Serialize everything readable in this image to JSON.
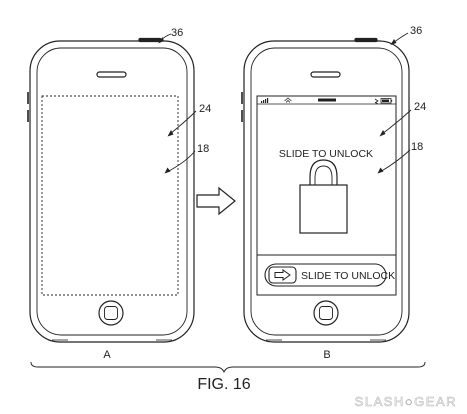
{
  "figure": {
    "caption": "FIG. 16",
    "reference_numerals": {
      "housing": "36",
      "display_area": "24",
      "touch_screen": "18"
    },
    "phone_a": {
      "label": "A",
      "screen_state": "blank dashed display area"
    },
    "phone_b": {
      "label": "B",
      "lock_text": "SLIDE TO UNLOCK",
      "slider_text": "SLIDE TO UNLOCK",
      "slider_icon": "right-arrow-icon",
      "lock_icon": "padlock-icon"
    },
    "transition_icon": "hollow-right-arrow-icon"
  },
  "watermark": "SLASH○GEAR"
}
